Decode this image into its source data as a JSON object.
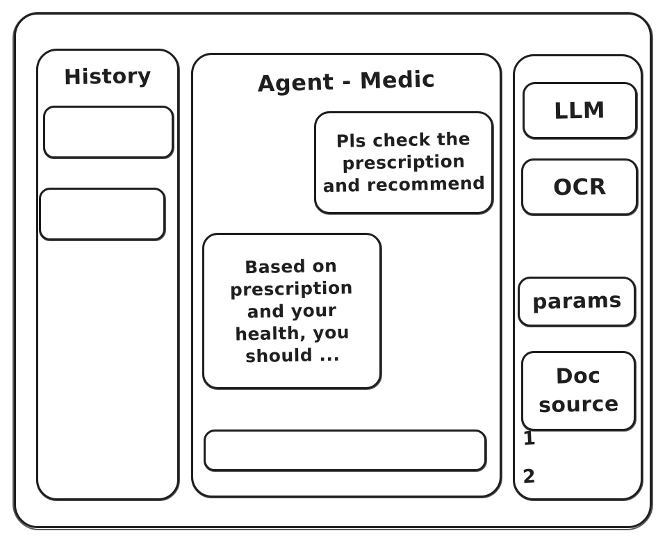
{
  "window": {
    "frame_name": "app-window-frame"
  },
  "sidebar": {
    "title": "History",
    "items": [
      {
        "label": ""
      },
      {
        "label": ""
      }
    ]
  },
  "main": {
    "title": "Agent - Medic",
    "messages": [
      {
        "role": "user",
        "text": "Pls check the prescription and recommend"
      },
      {
        "role": "agent",
        "text": "Based on prescription and your health, you should ..."
      }
    ],
    "composer": {
      "value": "",
      "placeholder": ""
    }
  },
  "tools": {
    "items": [
      {
        "label": "LLM"
      },
      {
        "label": "OCR"
      },
      {
        "label": "params"
      },
      {
        "label": "Doc source"
      }
    ],
    "doc_source_list": [
      "1",
      "2"
    ]
  },
  "colors": {
    "ink": "#1f1f1f",
    "paper": "#ffffff"
  }
}
